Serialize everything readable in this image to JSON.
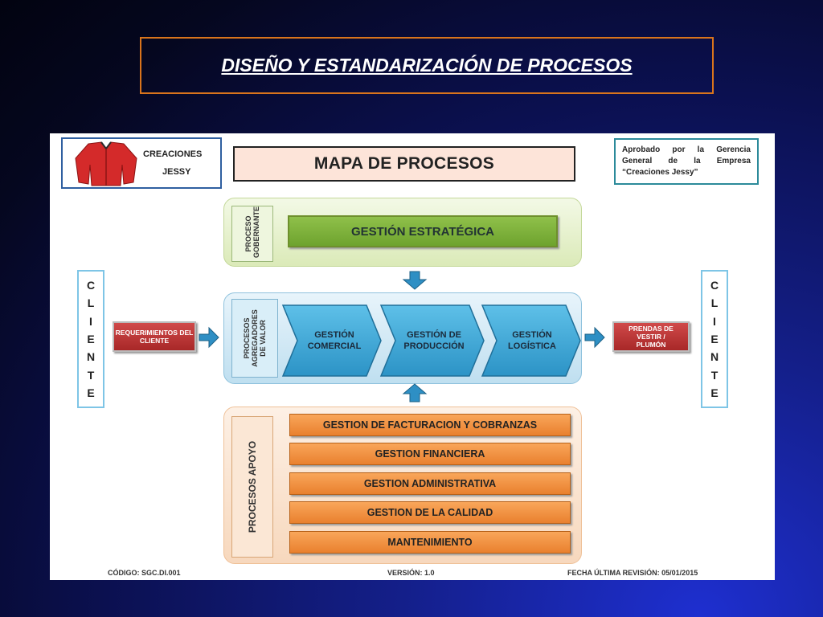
{
  "slide": {
    "title": "DISEÑO Y ESTANDARIZACIÓN DE PROCESOS"
  },
  "header": {
    "company_line1": "CREACIONES",
    "company_line2": "JESSY",
    "map_title": "MAPA DE PROCESOS",
    "approval": "Aprobado por la Gerencia General de la Empresa “Creaciones Jessy”"
  },
  "governing": {
    "label": "PROCESO GOBERNANTE",
    "process": "GESTIÓN ESTRATÉGICA"
  },
  "value_chain": {
    "label": "PROCESOS AGREGADORES DE VALOR",
    "steps": [
      {
        "line1": "GESTIÓN",
        "line2": "COMERCIAL"
      },
      {
        "line1": "GESTIÓN DE",
        "line2": "PRODUCCIÓN"
      },
      {
        "line1": "GESTIÓN",
        "line2": "LOGÍSTICA"
      }
    ]
  },
  "support": {
    "label": "PROCESOS APOYO",
    "items": [
      "GESTION DE FACTURACION Y COBRANZAS",
      "GESTION FINANCIERA",
      "GESTION ADMINISTRATIVA",
      "GESTION DE LA CALIDAD",
      "MANTENIMIENTO"
    ]
  },
  "client_left": {
    "letters": [
      "C",
      "L",
      "I",
      "E",
      "N",
      "T",
      "E"
    ]
  },
  "client_right": {
    "letters": [
      "C",
      "L",
      "I",
      "E",
      "N",
      "T",
      "E"
    ]
  },
  "input": "REQUERIMIENTOS DEL CLIENTE",
  "output": "PRENDAS DE VESTIR / PLUMÓN",
  "footer": {
    "code": "CÓDIGO: SGC.DI.001",
    "version": "VERSIÓN: 1.0",
    "revision": "FECHA ÚLTIMA REVISIÓN: 05/01/2015"
  },
  "colors": {
    "title_border": "#d9741c",
    "governing_green": "#7ab13a",
    "value_blue": "#3aa6d4",
    "support_orange": "#f0913e",
    "client_red": "#b83232",
    "arrow_blue": "#2e8fc4"
  },
  "icons": {
    "logo": "red-jacket-icon"
  }
}
